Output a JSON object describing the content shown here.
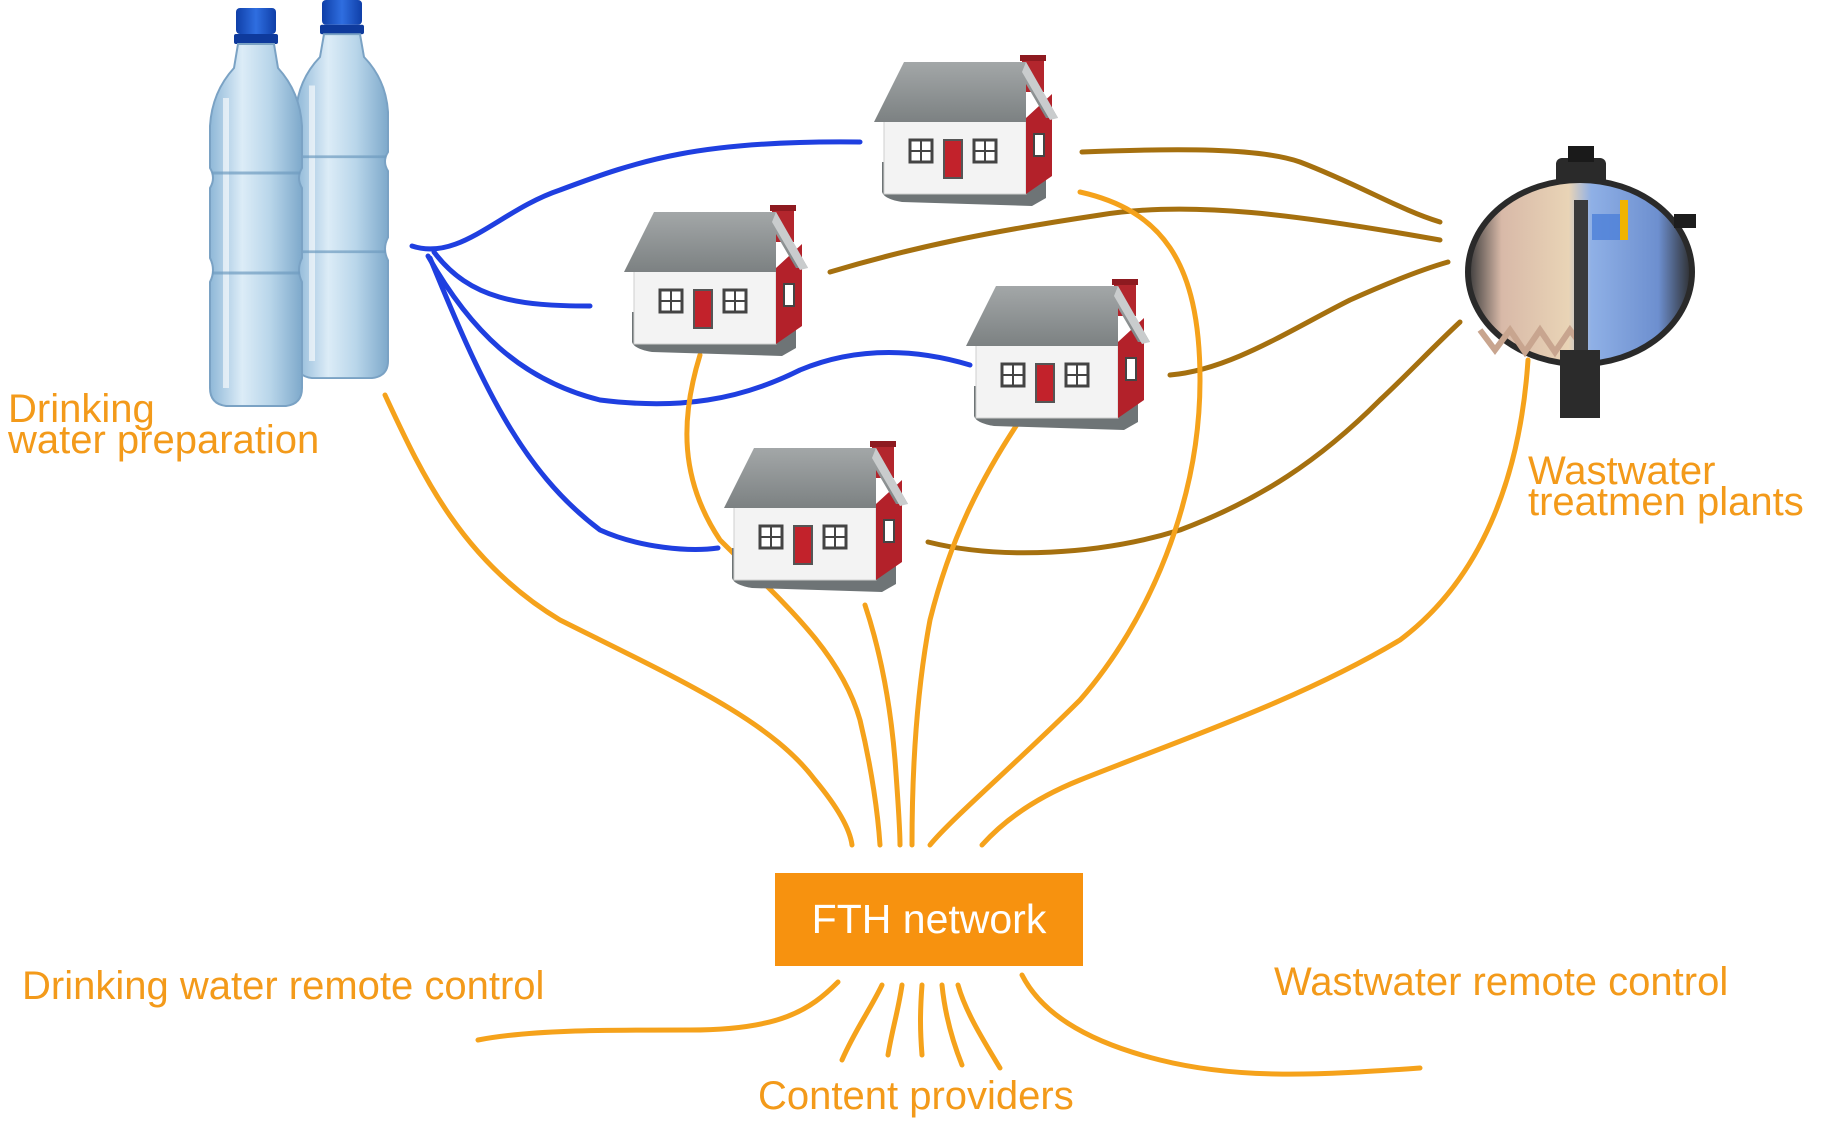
{
  "labels": {
    "drinking_water_prep_line1": "Drinking",
    "drinking_water_prep_line2": "water preparation",
    "wastewater_plants_line1": "Wastwater",
    "wastewater_plants_line2": "treatmen plants",
    "fth_network": "FTH network",
    "drinking_water_remote": "Drinking water remote control",
    "wastewater_remote": "Wastwater remote control",
    "content_providers": "Content providers"
  },
  "colors": {
    "text_orange": "#F39A1A",
    "fiber_orange": "#F5A21B",
    "box_orange": "#F7920F",
    "drinking_pipe_blue": "#1F3FE0",
    "wastewater_pipe_brown": "#A5700F",
    "box_text": "#FFFFFF"
  },
  "icons": {
    "source": "water-bottles-icon",
    "homes": "house-icon",
    "plant": "wastewater-tank-icon"
  }
}
